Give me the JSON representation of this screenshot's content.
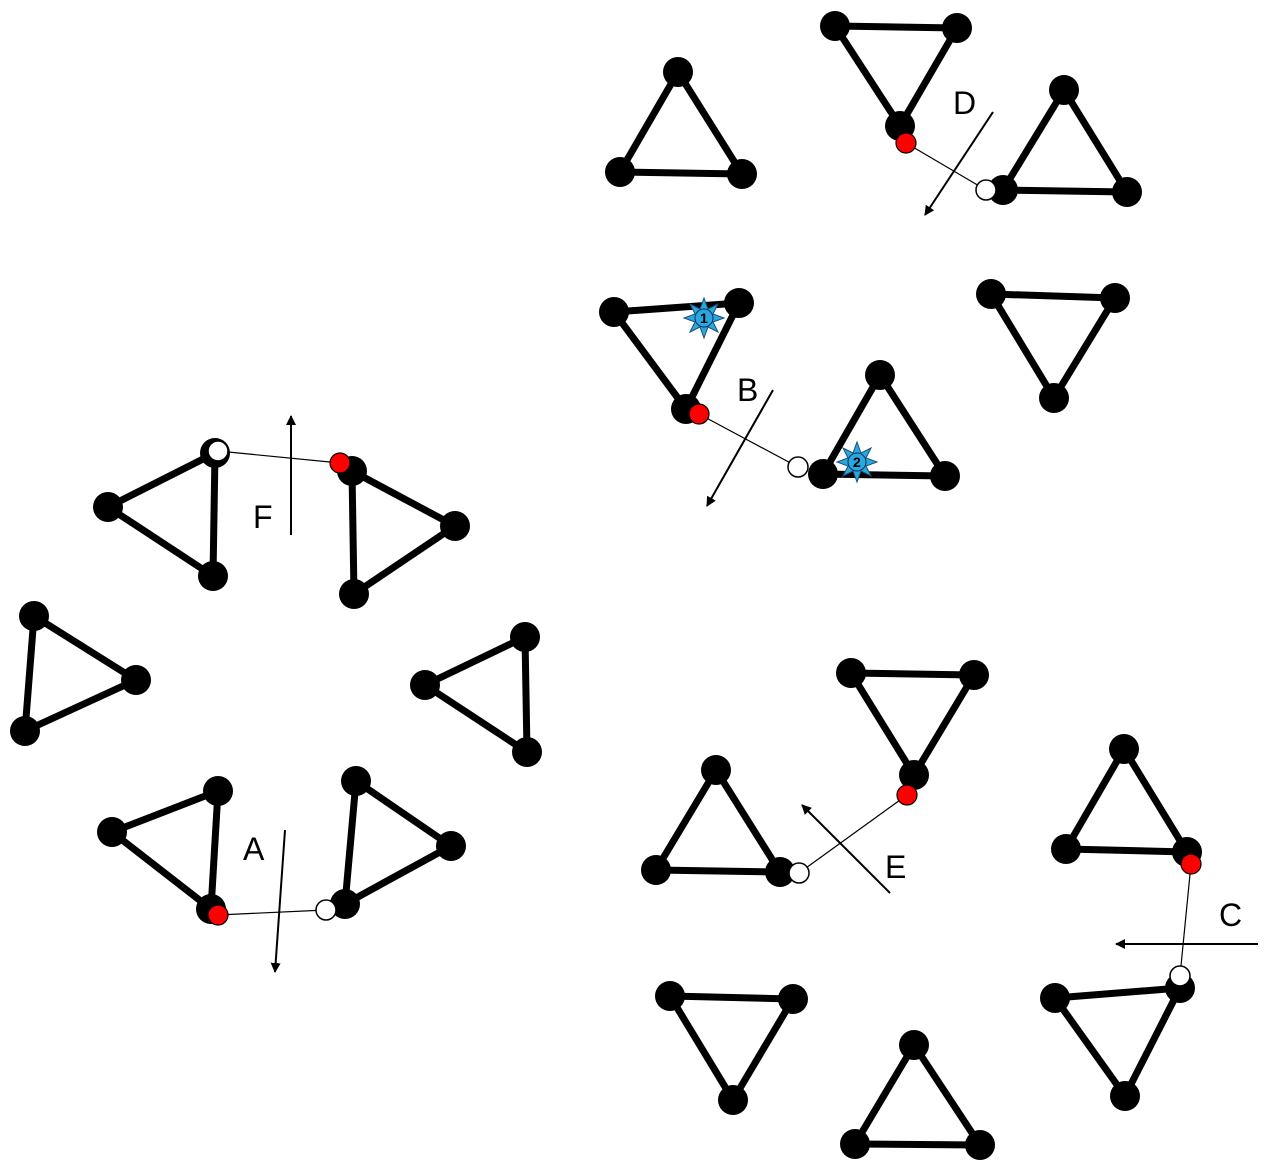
{
  "colors": {
    "stroke": "#000000",
    "highlight_dot": "#ff0000",
    "open_dot": "#ffffff",
    "marker_fill": "#29a8e0"
  },
  "labels": {
    "A": "A",
    "B": "B",
    "C": "C",
    "D": "D",
    "E": "E",
    "F": "F"
  },
  "markers": {
    "first": "1",
    "second": "2"
  },
  "icons": {
    "marker": "starburst-icon"
  }
}
